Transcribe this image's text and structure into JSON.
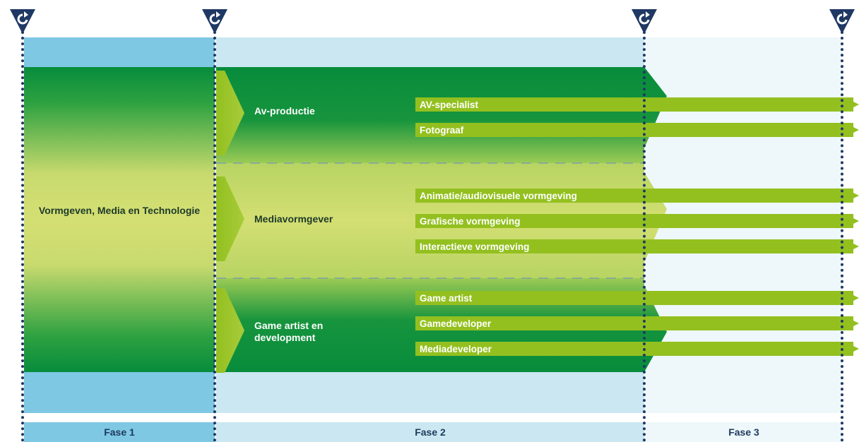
{
  "phase1": {
    "label": "Vormgeven, Media en Technologie"
  },
  "streams": [
    {
      "label": "Av-productie",
      "careers": [
        "AV-specialist",
        "Fotograaf"
      ]
    },
    {
      "label": "Mediavormgever",
      "careers": [
        "Animatie/audiovisuele vormgeving",
        "Grafische vormgeving",
        "Interactieve vormgeving"
      ]
    },
    {
      "label": "Game artist en development",
      "careers": [
        "Game artist",
        "Gamedeveloper",
        "Mediadeveloper"
      ]
    }
  ],
  "phases": [
    "Fase 1",
    "Fase 2",
    "Fase 3"
  ],
  "colors": {
    "dark_green": "#078c3c",
    "mid_green": "#2fa241",
    "light_green": "#d4df73",
    "lime": "#93c01f",
    "fase1_blue": "#7fc8e4",
    "fase2_blue": "#cbe8f2",
    "fase3_blue": "#eef7fa",
    "navy": "#1f3864"
  },
  "icons": {
    "marker": "refresh-marker-icon"
  }
}
